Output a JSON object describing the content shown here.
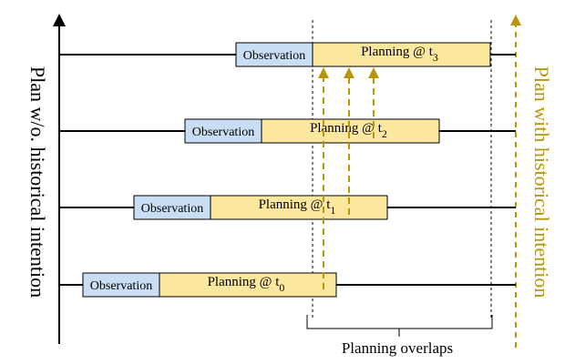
{
  "left_axis": {
    "label": "Plan w/o. historical intention"
  },
  "right_axis": {
    "label": "Plan with historical intention"
  },
  "rows": [
    {
      "observation": "Observation",
      "planning": "Planning @ t",
      "subscript": "0"
    },
    {
      "observation": "Observation",
      "planning": "Planning @ t",
      "subscript": "1"
    },
    {
      "observation": "Observation",
      "planning": "Planning @ t",
      "subscript": "2"
    },
    {
      "observation": "Observation",
      "planning": "Planning @ t",
      "subscript": "3"
    }
  ],
  "overlap_label": "Planning overlaps",
  "colors": {
    "observation_fill": "#c9def5",
    "planning_fill": "#fce79e",
    "history_arrow": "#b8960a",
    "line": "#000000"
  }
}
